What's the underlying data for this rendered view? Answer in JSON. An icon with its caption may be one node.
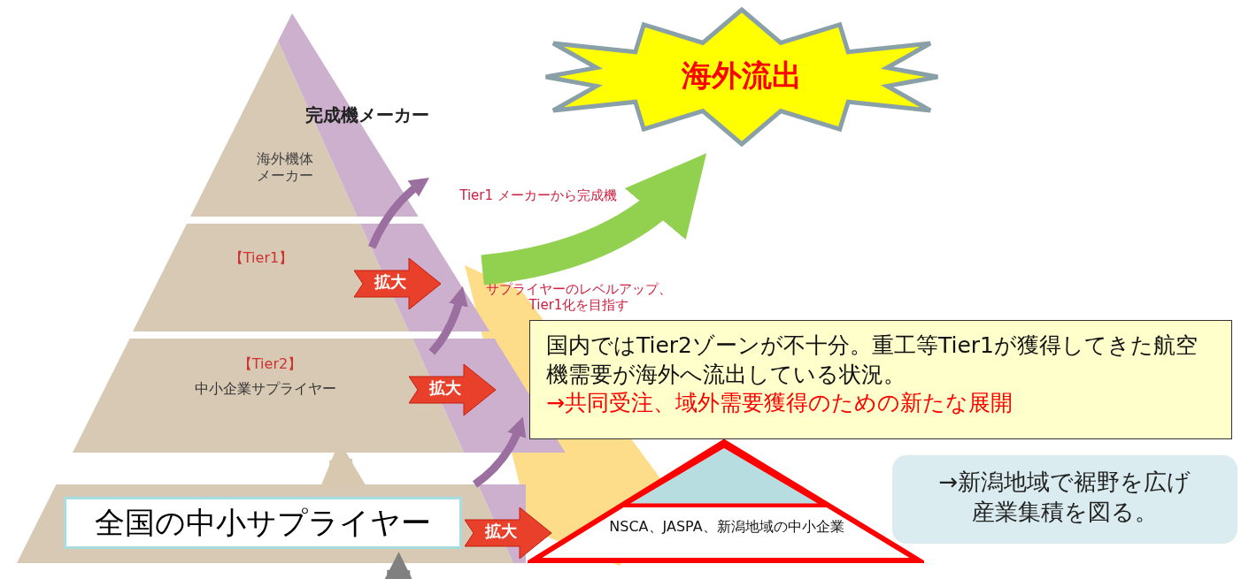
{
  "diagram": {
    "nodes": [
      {
        "text": [
          "完成機メーカー",
          "海外機体メーカー"
        ]
      },
      {
        "text": [
          "【Tier1】"
        ]
      },
      {
        "text": [
          "【Tier2】",
          "中小企業サプライヤー"
        ]
      },
      {
        "text": [
          "全国の中小サプライヤー"
        ]
      },
      {
        "text": [
          "海外流出"
        ]
      },
      {
        "text": [
          "国内ではTier2ゾーンが不十分。重工等Tier1が獲得してきた航空機需要が海外へ流出している状況。",
          "→共同受注、域外需要獲得のための新たな展開"
        ]
      },
      {
        "text": [
          "NSCA、JASPA、新潟地域の中小企業"
        ]
      },
      {
        "text": [],
        "shape": "triangle",
        "in": 6
      },
      {
        "text": [
          "→新潟地域で裾野を広げ産業集積を図る。"
        ]
      }
    ],
    "edges": [
      {
        "from": 1,
        "to": 0,
        "arrow": "to"
      },
      {
        "from": 2,
        "to": 1,
        "arrow": "to"
      },
      {
        "from": 3,
        "to": 2,
        "arrow": "to"
      },
      {
        "from": 1,
        "to": 4,
        "arrow": "to",
        "style": "thick",
        "color": "#92d050"
      },
      {
        "from": 3,
        "to": 2,
        "arrow": "to",
        "style": "thick",
        "color": "#d8c8b0"
      },
      {
        "from": null,
        "to": 3,
        "arrow": "to",
        "style": "thick",
        "color": "#808080"
      }
    ],
    "labels": [
      "Tier1 メーカーから完成機",
      "サプライヤーのレベルアップ、Tier1化を目指す",
      "拡大",
      "拡大",
      "拡大"
    ]
  }
}
